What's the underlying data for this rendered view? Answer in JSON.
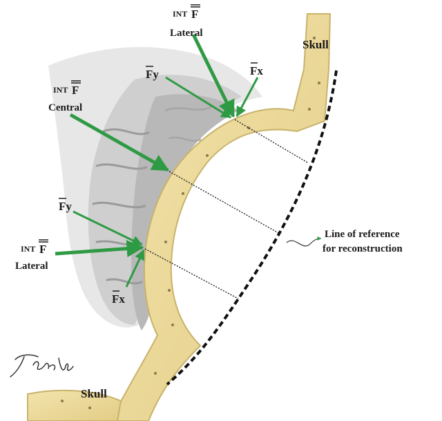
{
  "labels": {
    "int_prefix": "INT",
    "force_symbol": "F",
    "lateral_top": "Lateral",
    "central": "Central",
    "lateral_left": "Lateral",
    "fy": "Fy",
    "fx": "Fx",
    "skull_top": "Skull",
    "skull_bottom": "Skull",
    "reference_line_1": "Line of reference",
    "reference_line_2": "for reconstruction"
  },
  "signature": "Tiago Alves",
  "colors": {
    "arrow": "#2f9a44",
    "bone": "#efdc9e",
    "bone_edge": "#c8b26a",
    "brain": "#b3b3b3",
    "brain_dark": "#8e8e8e",
    "reference_line": "#111111"
  }
}
